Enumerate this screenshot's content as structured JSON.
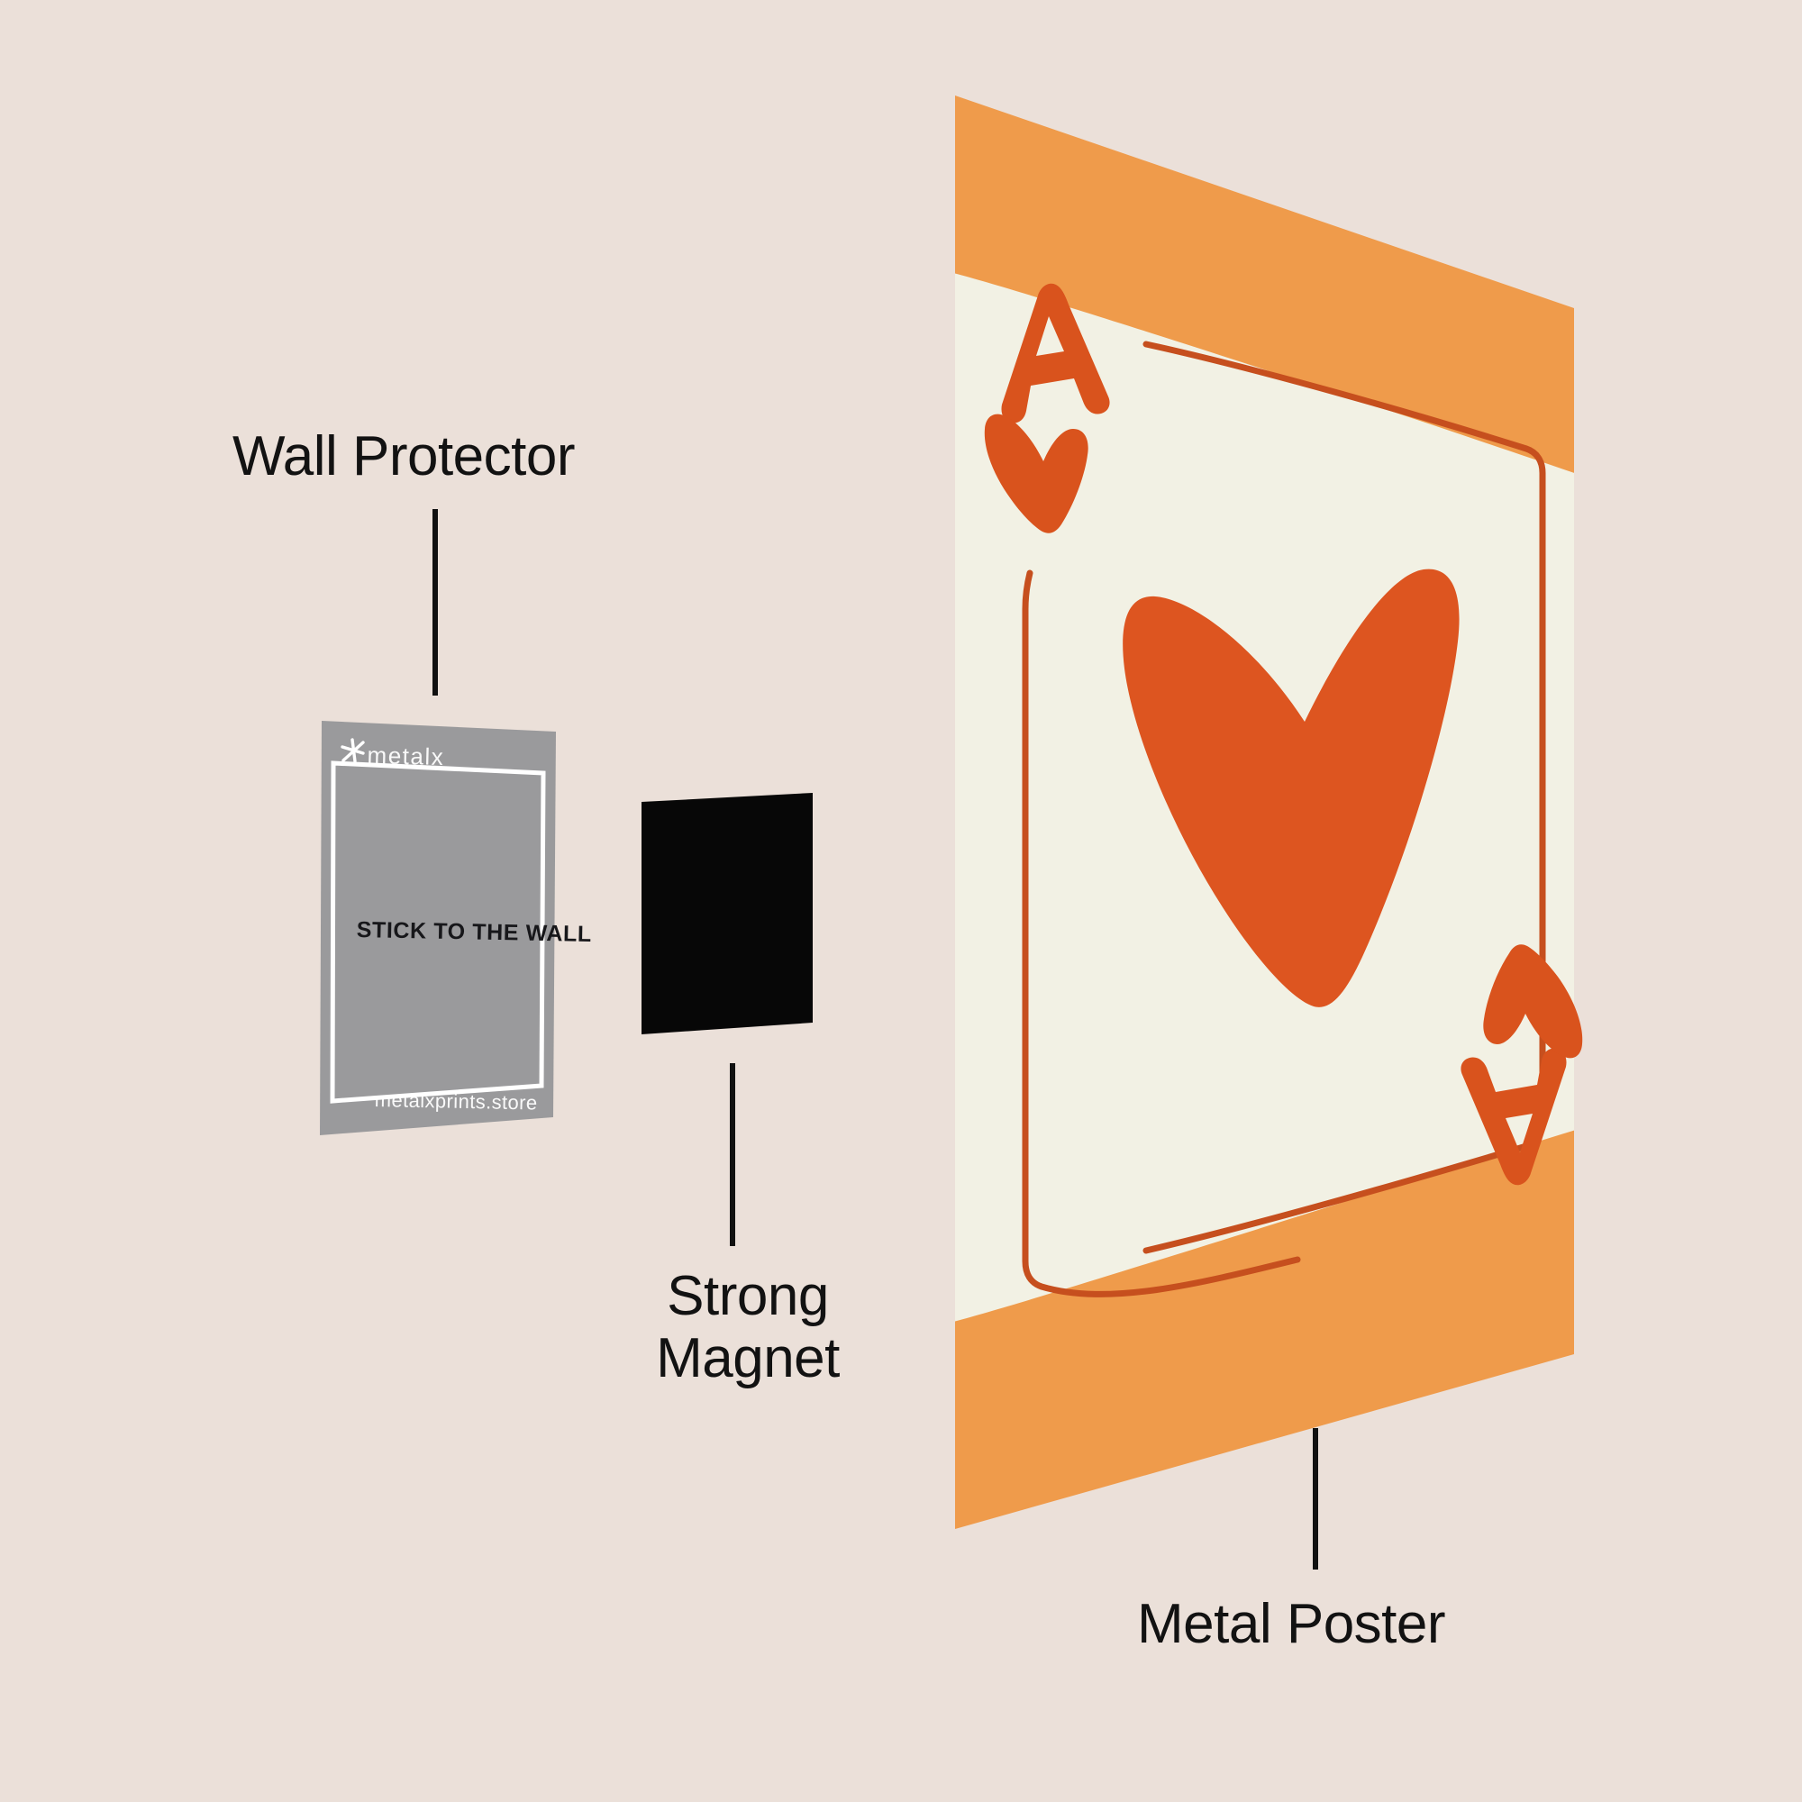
{
  "scene": {
    "title": "Metal Poster mounting diagram",
    "background_color": "#ebe0d9"
  },
  "callouts": [
    {
      "id": "wall-protector",
      "label": "Wall Protector",
      "leader_color": "#111111"
    },
    {
      "id": "strong-magnet",
      "label": "Strong\nMagnet",
      "leader_color": "#111111"
    },
    {
      "id": "metal-poster",
      "label": "Metal Poster",
      "leader_color": "#111111"
    }
  ],
  "wall_protector": {
    "brand": "metalx",
    "brand_icon": "metalx-cross-icon",
    "headline": "STICK TO THE WALL",
    "url": "metalxprints.store",
    "card_color": "#9a9a9c",
    "border_color": "#ffffff",
    "text_color": "#ffffff",
    "headline_color": "#17171a"
  },
  "strong_magnet": {
    "color": "#070707"
  },
  "metal_poster": {
    "card_face_color": "#f2f1e4",
    "band_color": "#ef9b4b",
    "ink_color": "#d9531d",
    "corner_rank": "A",
    "corner_suit": "heart",
    "center_suit": "heart",
    "frame_line_color": "#c64f1e"
  }
}
